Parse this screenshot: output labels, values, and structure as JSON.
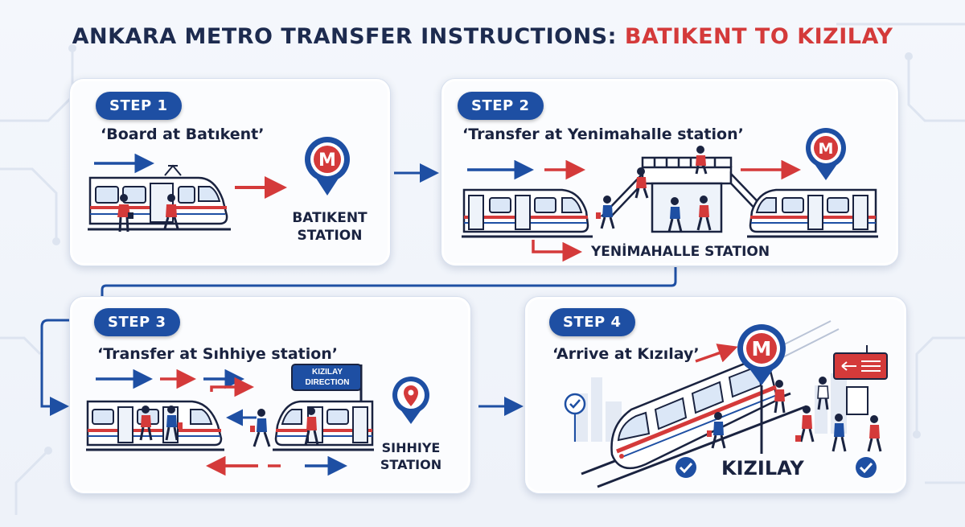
{
  "title": {
    "main": "ANKARA METRO TRANSFER INSTRUCTIONS: ",
    "accent": "BATIKENT TO KIZILAY"
  },
  "colors": {
    "navy": "#1e4fa3",
    "red": "#d43a3a",
    "dark": "#1a2340",
    "train_body": "#ffffff",
    "stripe": "#d43a3a"
  },
  "icons": [
    "metro-m-icon",
    "location-pin-icon",
    "check-icon",
    "arrow-icon",
    "train-icon",
    "passenger-icon",
    "direction-sign-icon"
  ],
  "steps": [
    {
      "label": "STEP 1",
      "instruction": "‘Board at Batıkent’",
      "station_line1": "BATIKENT",
      "station_line2": "STATION",
      "marker": "M"
    },
    {
      "label": "STEP 2",
      "instruction": "‘Transfer at Yenimahalle station’",
      "station": "YENİMAHALLE STATION",
      "marker": "M"
    },
    {
      "label": "STEP 3",
      "instruction": "‘Transfer at Sıhhiye station’",
      "station_line1": "SIHHIYE",
      "station_line2": "STATION",
      "sign_line1": "KIZILAY",
      "sign_line2": "DIRECTION"
    },
    {
      "label": "STEP 4",
      "instruction": "‘Arrive at Kızılay’",
      "station": "KIZILAY",
      "marker": "M"
    }
  ]
}
